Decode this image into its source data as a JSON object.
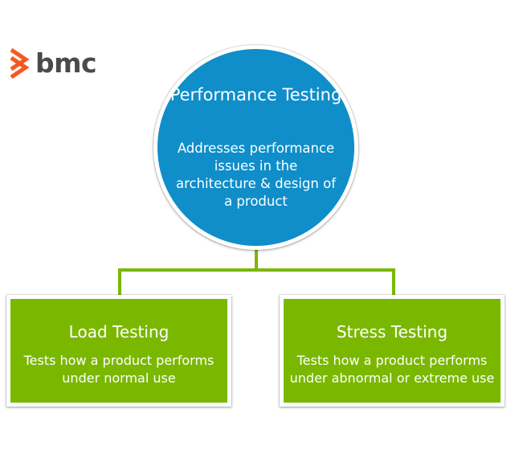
{
  "logo": {
    "text": "bmc",
    "accent_color": "#f15a22"
  },
  "top_node": {
    "title": "Performance Testing",
    "description": "Addresses performance issues in the architecture & design of a product",
    "color": "#0f8ec9"
  },
  "children": [
    {
      "title": "Load Testing",
      "description": "Tests how a product performs under normal use",
      "color": "#7ab800"
    },
    {
      "title": "Stress Testing",
      "description": "Tests how a product performs under abnormal or extreme use",
      "color": "#7ab800"
    }
  ],
  "connector_color": "#7ab800"
}
